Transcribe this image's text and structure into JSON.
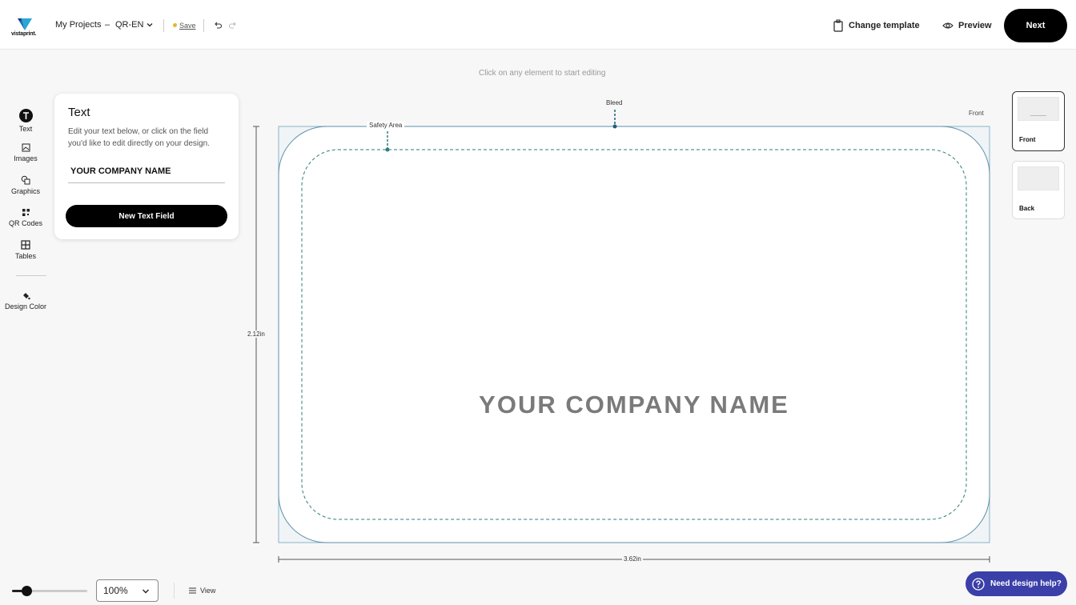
{
  "header": {
    "logo_text": "vistaprint.",
    "breadcrumb_root": "My Projects",
    "separator": "–",
    "project_name": "QR-EN",
    "save_label": "Save",
    "change_template_label": "Change template",
    "preview_label": "Preview",
    "next_label": "Next"
  },
  "rail": {
    "items": [
      {
        "label": "Text",
        "icon": "text-icon"
      },
      {
        "label": "Images",
        "icon": "image-icon"
      },
      {
        "label": "Graphics",
        "icon": "shapes-icon"
      },
      {
        "label": "QR Codes",
        "icon": "qr-code-icon"
      },
      {
        "label": "Tables",
        "icon": "table-icon"
      },
      {
        "label": "Design Color",
        "icon": "paint-bucket-icon"
      }
    ]
  },
  "panel": {
    "title": "Text",
    "description": "Edit your text below, or click on the field you'd like to edit directly on your design.",
    "field_value": "YOUR COMPANY NAME",
    "new_field_label": "New Text Field"
  },
  "canvas": {
    "hint": "Click on any element to start editing",
    "bleed_label": "Bleed",
    "safety_label": "Safety Area",
    "side_label": "Front",
    "height_label": "2.12in",
    "width_label": "3.62in",
    "company_text": "YOUR COMPANY NAME"
  },
  "thumbnails": [
    {
      "label": "Front",
      "selected": true
    },
    {
      "label": "Back",
      "selected": false
    }
  ],
  "footer": {
    "zoom_value": "100%",
    "zoom_fraction": 0.2,
    "view_label": "View",
    "help_label": "Need design help?"
  },
  "colors": {
    "accent": "#3b3fa8",
    "safety_line": "#2e7d7a",
    "save_dot": "#e4b82c"
  }
}
